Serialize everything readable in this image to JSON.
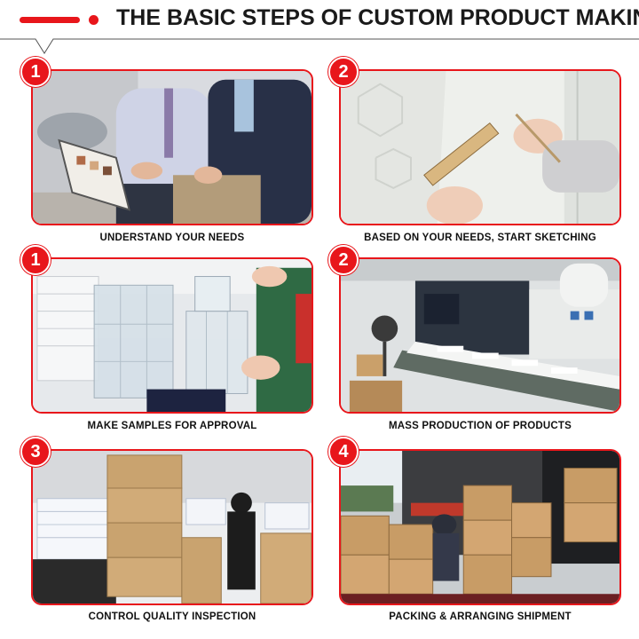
{
  "header": {
    "title": "THE BASIC STEPS OF CUSTOM PRODUCT MAKING"
  },
  "accent_color": "#e8161b",
  "steps": [
    {
      "number": "1",
      "caption": "UNDERSTAND YOUR NEEDS",
      "scene": "meeting-photo"
    },
    {
      "number": "2",
      "caption": "BASED ON YOUR NEEDS, START SKETCHING",
      "scene": "sketching-photo"
    },
    {
      "number": "1",
      "caption": "MAKE SAMPLES FOR APPROVAL",
      "scene": "samples-photo"
    },
    {
      "number": "2",
      "caption": "MASS PRODUCTION OF PRODUCTS",
      "scene": "factory-photo"
    },
    {
      "number": "3",
      "caption": "CONTROL QUALITY INSPECTION",
      "scene": "warehouse-photo"
    },
    {
      "number": "4",
      "caption": "PACKING & ARRANGING SHIPMENT",
      "scene": "shipping-photo"
    }
  ]
}
